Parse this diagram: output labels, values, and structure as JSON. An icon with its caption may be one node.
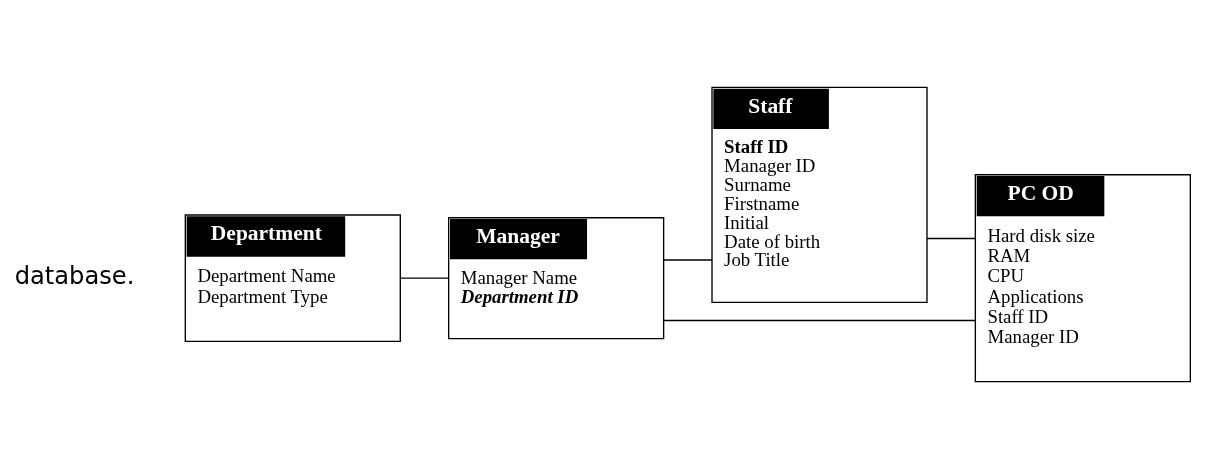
{
  "diagram": {
    "nodes": [
      {
        "text": [
          "Department",
          "Department Name",
          "Department Type"
        ]
      },
      {
        "text": [
          "Manager",
          "Manager Name",
          "Department ID"
        ]
      },
      {
        "text": [
          "Staff",
          "Staff ID",
          "Manager ID",
          "Surname",
          "Firstname",
          "Initial",
          "Date of birth",
          "Job Title"
        ]
      },
      {
        "text": [
          "PC OD",
          "Hard disk size",
          "RAM",
          "CPU",
          "Applications",
          "Staff ID",
          "Manager ID"
        ]
      }
    ],
    "edges": [
      {
        "from": 0,
        "to": 1,
        "arrow": "none"
      },
      {
        "from": 1,
        "to": 2,
        "arrow": "none"
      },
      {
        "from": 2,
        "to": 3,
        "arrow": "none"
      },
      {
        "from": 1,
        "to": 3,
        "arrow": "none"
      }
    ],
    "labels": [
      "database."
    ]
  }
}
